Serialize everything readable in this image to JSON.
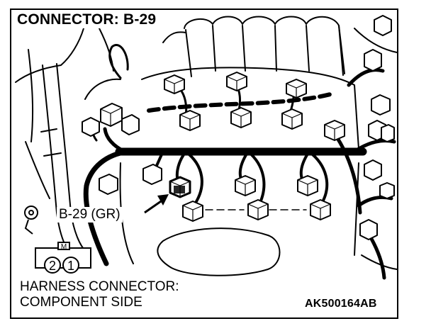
{
  "title": "CONNECTOR: B-29",
  "callout_label": "B-29 (GR)",
  "connector_icon": {
    "key_label": "M",
    "pin_labels": [
      "2",
      "1"
    ]
  },
  "footer": {
    "line1": "HARNESS CONNECTOR:",
    "line2": "COMPONENT SIDE"
  },
  "figure_code": "AK500164AB"
}
